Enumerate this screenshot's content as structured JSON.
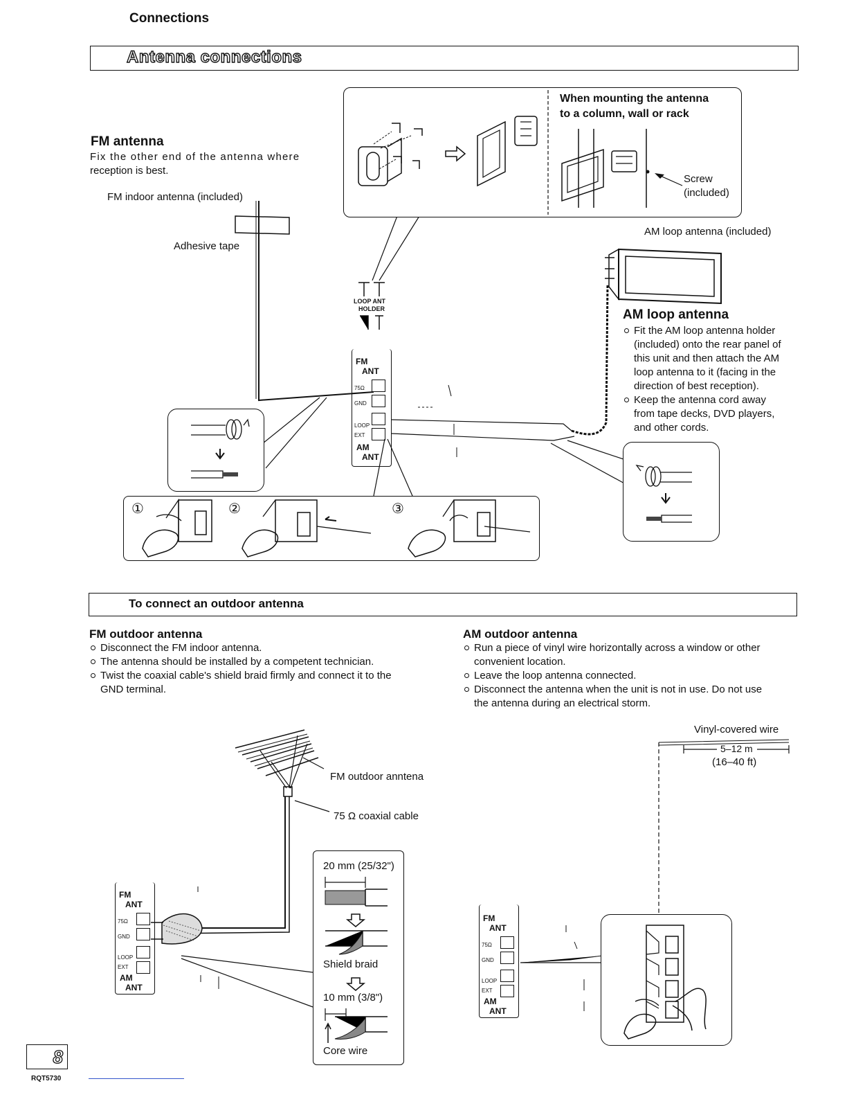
{
  "header": {
    "title": "Connections"
  },
  "section1": {
    "title": "Antenna connections"
  },
  "fm_antenna": {
    "heading": "FM antenna",
    "desc_line1": "Fix the other end of the antenna where",
    "desc_line2": "reception is best.",
    "indoor_label": "FM indoor antenna (included)",
    "tape_label": "Adhesive tape"
  },
  "mounting": {
    "title_line1": "When mounting the antenna",
    "title_line2": "to a column, wall or rack",
    "screw_line1": "Screw",
    "screw_line2": "(included)"
  },
  "am_loop": {
    "included_label": "AM loop antenna (included)",
    "heading": "AM loop antenna",
    "bullets": [
      [
        "Fit the AM loop antenna holder",
        "(included) onto the rear panel of",
        "this unit and then attach the AM",
        "loop antenna to it (facing in the",
        "direction of best reception)."
      ],
      [
        "Keep the antenna cord away",
        "from tape decks, DVD players,",
        "and other cords."
      ]
    ]
  },
  "holder": {
    "line1": "LOOP ANT",
    "line2": "HOLDER"
  },
  "terminal": {
    "fm": "FM",
    "ant": "ANT",
    "ohm": "75Ω",
    "gnd": "GND",
    "loop": "LOOP",
    "ext": "EXT",
    "am": "AM",
    "ant2": "ANT"
  },
  "steps": [
    "①",
    "②",
    "③"
  ],
  "section2": {
    "title": "To connect an outdoor antenna"
  },
  "fm_outdoor": {
    "heading": "FM outdoor antenna",
    "bullets": [
      [
        "Disconnect the FM indoor antenna."
      ],
      [
        "The antenna should be installed by a competent technician."
      ],
      [
        "Twist the coaxial cable's shield braid firmly and connect it to the",
        "GND terminal."
      ]
    ],
    "antenna_label": "FM outdoor anntena",
    "cable_label": "75 Ω coaxial cable",
    "dim1": "20 mm (25/32\")",
    "braid_label": "Shield braid",
    "dim2": "10 mm (3/8\")",
    "core_label": "Core wire"
  },
  "am_outdoor": {
    "heading": "AM outdoor antenna",
    "bullets": [
      [
        "Run a piece of vinyl wire horizontally across a window or other",
        "convenient location."
      ],
      [
        "Leave the loop antenna connected."
      ],
      [
        "Disconnect the antenna when the unit is not in use. Do not use",
        "the antenna during an electrical storm."
      ]
    ],
    "wire_label": "Vinyl-covered wire",
    "length_m": "5–12 m",
    "length_ft": "(16–40 ft)"
  },
  "footer": {
    "page_number": "8",
    "model": "RQT5730"
  }
}
